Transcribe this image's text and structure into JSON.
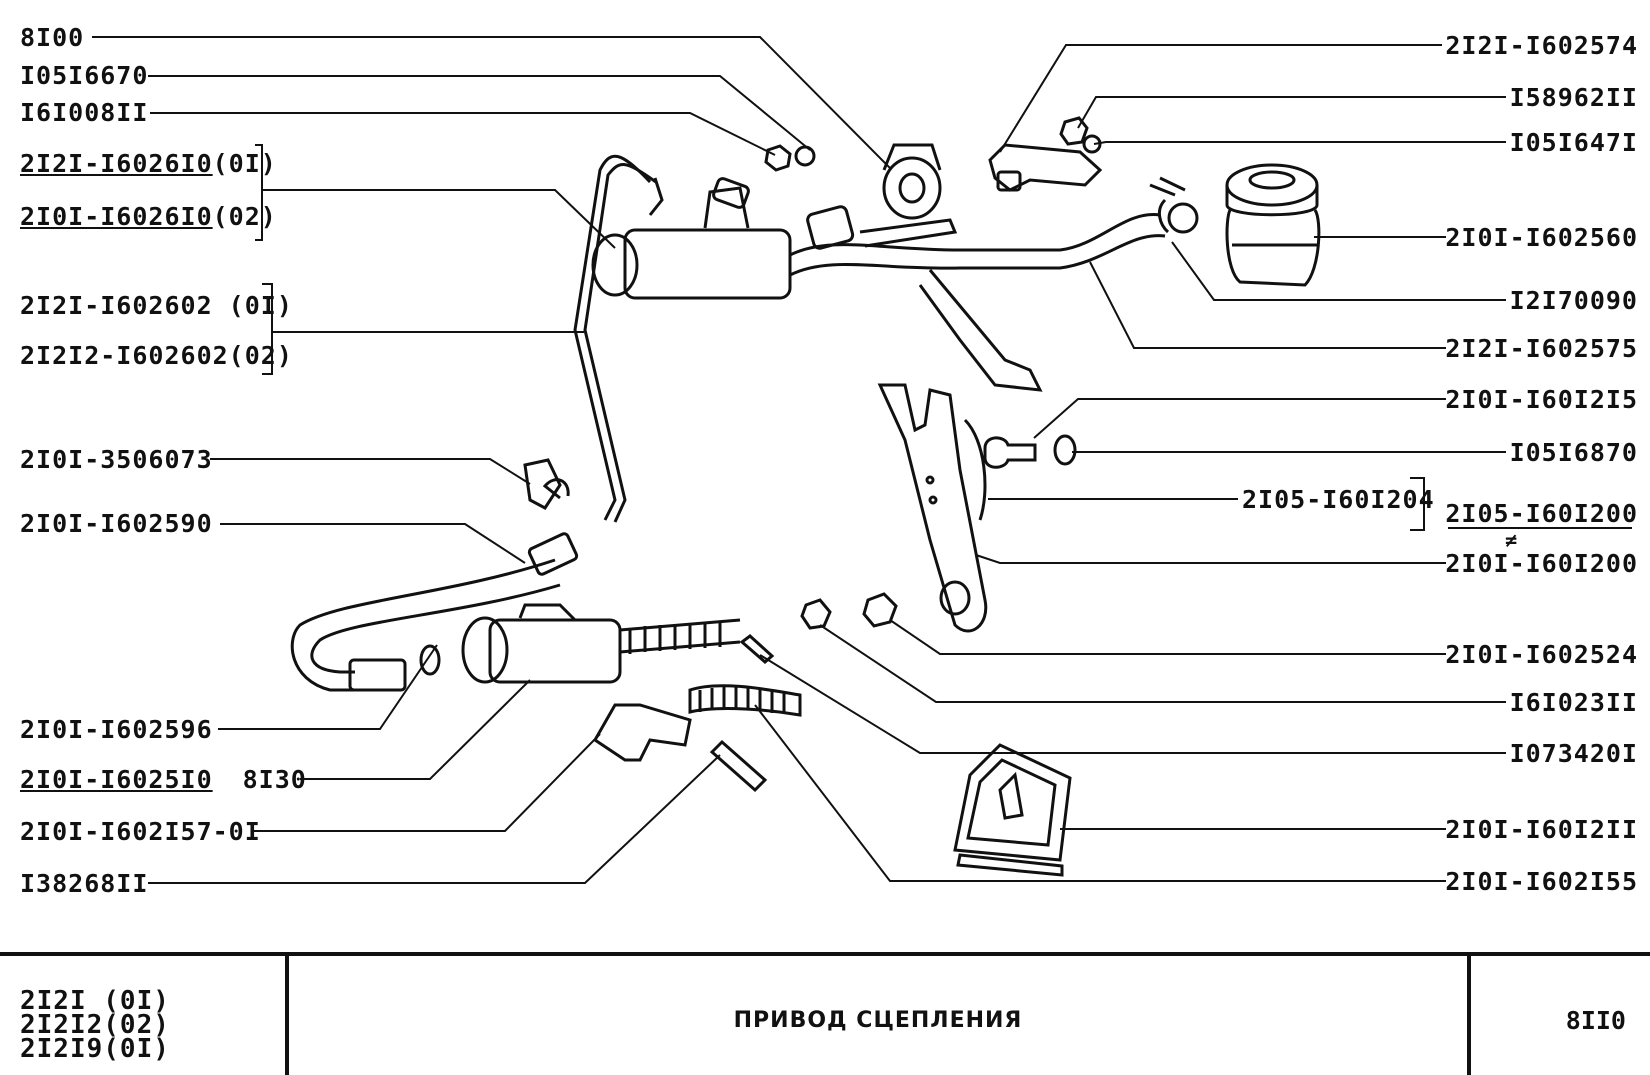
{
  "left_labels": [
    {
      "name": "label-8100",
      "text": "8I00"
    },
    {
      "name": "label-10516670",
      "text": "I05I6670"
    },
    {
      "name": "label-16100811",
      "text": "I6I008II"
    },
    {
      "name": "label-2121-1602610-01",
      "text": "2I2I-I6026I0",
      "suffix": "(0I)"
    },
    {
      "name": "label-2101-1602610-02",
      "text": "2I0I-I6026I0",
      "suffix": "(02)"
    },
    {
      "name": "label-2121-1602602-01",
      "text": "2I2I-I602602 (0I)"
    },
    {
      "name": "label-21212-1602602-02",
      "text": "2I2I2-I602602(02)"
    },
    {
      "name": "label-2101-3506073",
      "text": "2I0I-3506073"
    },
    {
      "name": "label-2101-1602590",
      "text": "2I0I-I602590"
    },
    {
      "name": "label-2101-1602596",
      "text": "2I0I-I602596"
    },
    {
      "name": "label-2101-1602510",
      "text": "2I0I-I6025I0",
      "suffix": "8I30"
    },
    {
      "name": "label-2101-1602157-01",
      "text": "2I0I-I602I57-0I"
    },
    {
      "name": "label-13826811",
      "text": "I38268II"
    }
  ],
  "right_labels": [
    {
      "name": "label-2121-1602574",
      "text": "2I2I-I602574"
    },
    {
      "name": "label-15896211",
      "text": "I58962II"
    },
    {
      "name": "label-10516471",
      "text": "I05I647I"
    },
    {
      "name": "label-2101-1602560",
      "text": "2I0I-I602560"
    },
    {
      "name": "label-12170090",
      "text": "I2I70090"
    },
    {
      "name": "label-2121-1602575",
      "text": "2I2I-I602575"
    },
    {
      "name": "label-2101-1601215",
      "text": "2I0I-I60I2I5"
    },
    {
      "name": "label-10516870",
      "text": "I05I6870"
    },
    {
      "name": "label-2105-1601204",
      "text": "2I05-I60I204"
    },
    {
      "name": "label-2105-1601200",
      "text": "2I05-I60I200"
    },
    {
      "name": "label-not-equal",
      "text": "≠"
    },
    {
      "name": "label-2101-1601200",
      "text": "2I0I-I60I200"
    },
    {
      "name": "label-2101-1602524",
      "text": "2I0I-I602524"
    },
    {
      "name": "label-16102311",
      "text": "I6I023II"
    },
    {
      "name": "label-10734201",
      "text": "I073420I"
    },
    {
      "name": "label-2101-1601211",
      "text": "2I0I-I60I2II"
    },
    {
      "name": "label-2101-1602155",
      "text": "2I0I-I602I55"
    }
  ],
  "footer": {
    "models": [
      "2I2I (0I)",
      "2I2I2(02)",
      "2I2I9(0I)"
    ],
    "title": "ПРИВОД СЦЕПЛЕНИЯ",
    "code": "8II0"
  }
}
